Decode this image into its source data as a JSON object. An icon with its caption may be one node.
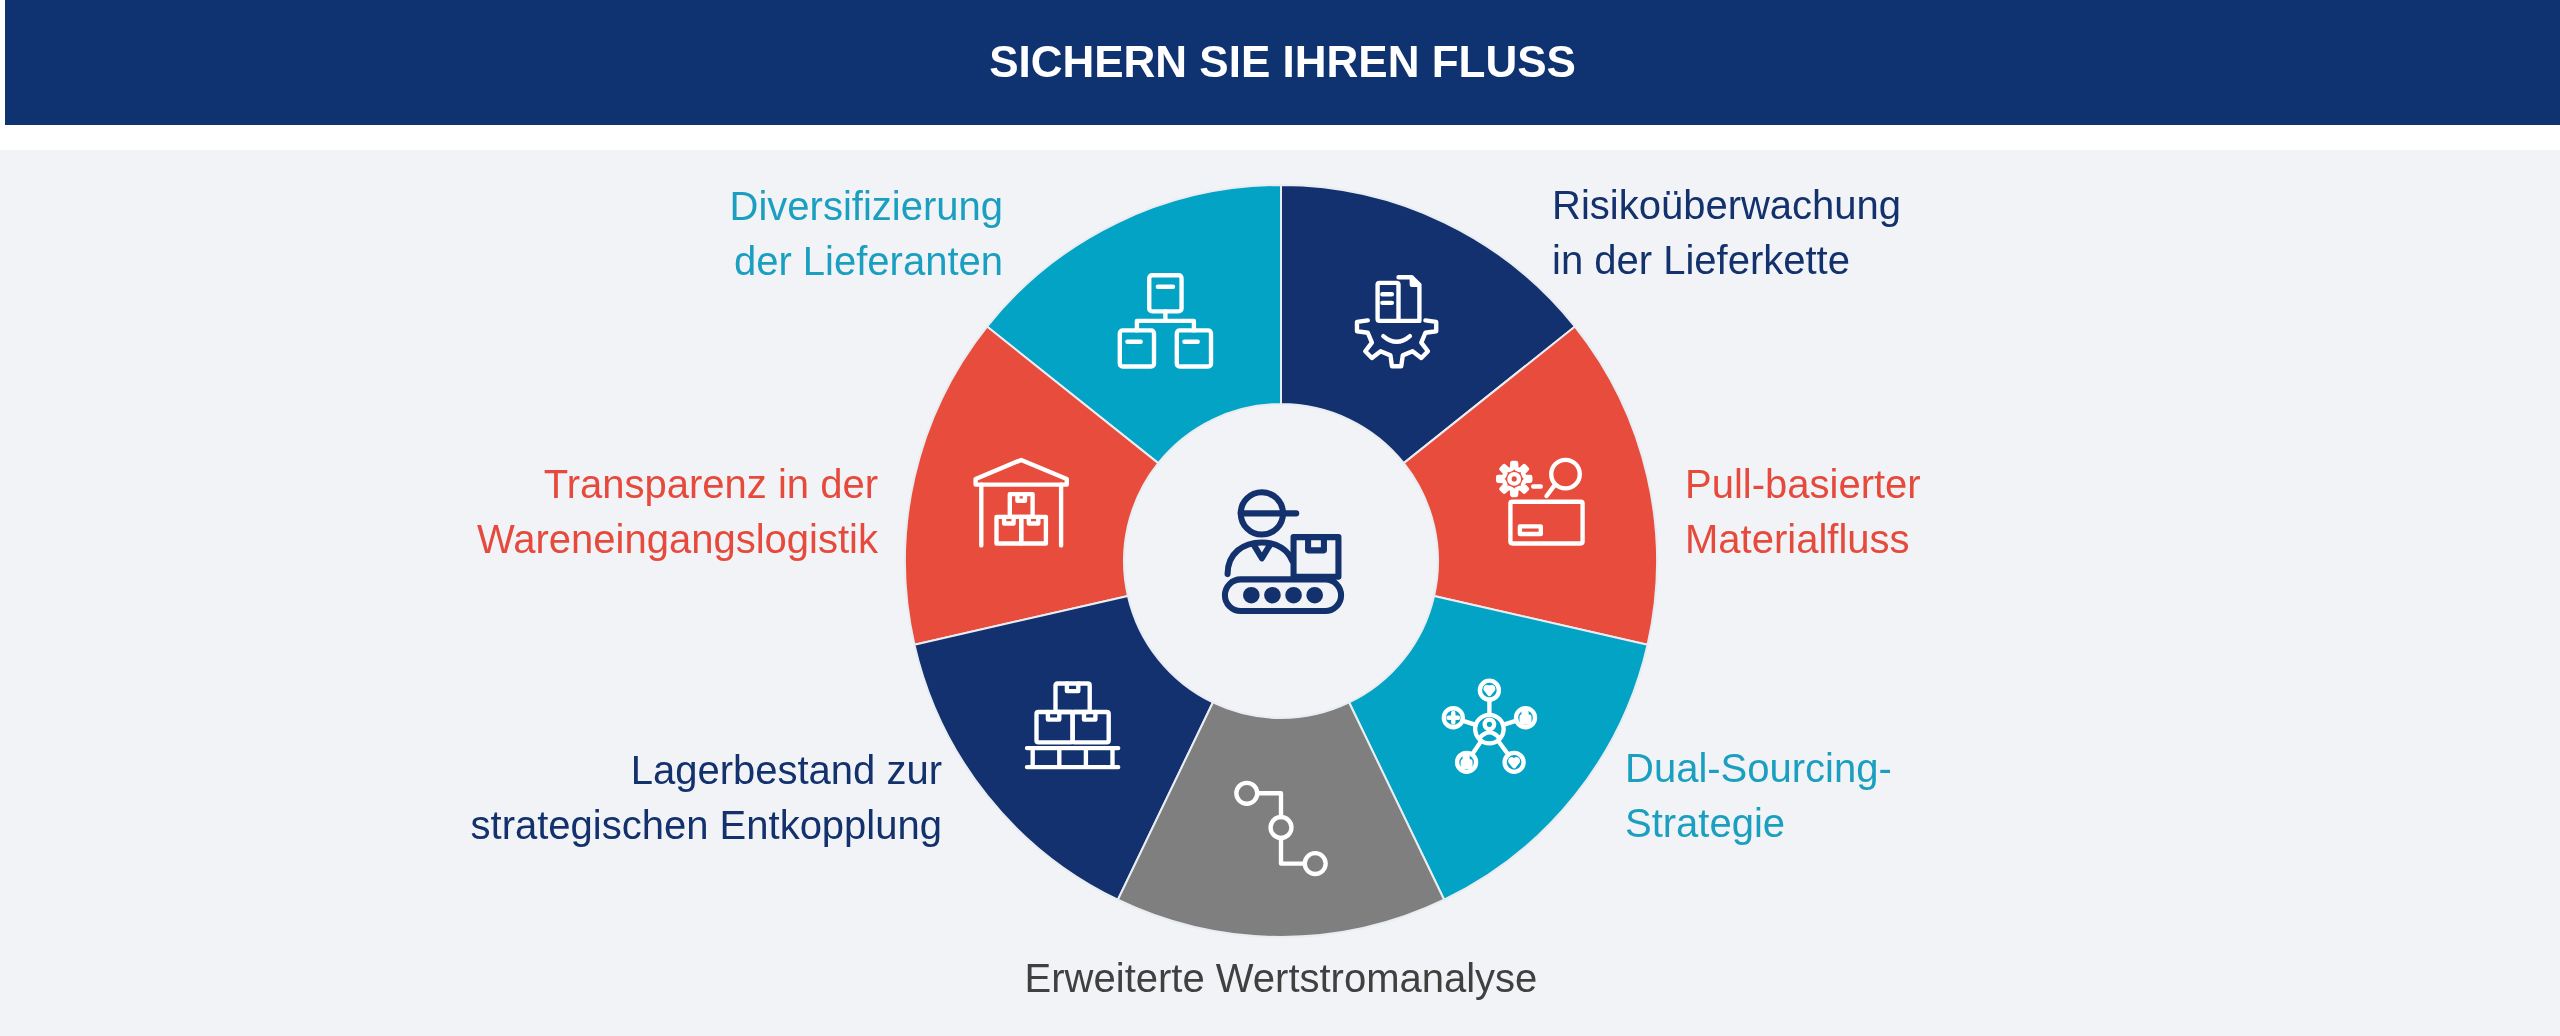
{
  "diagram": {
    "title": "SICHERN SIE IHREN FLUSS",
    "nodes": [
      {
        "text": [
          "Diversifizierung der Lieferanten"
        ]
      },
      {
        "text": [
          "Risikoüberwachung in der Lieferkette"
        ]
      },
      {
        "text": [
          "Transparenz in der Wareneingangslogistik"
        ]
      },
      {
        "text": [
          "Pull-basierter Materialfluss"
        ]
      },
      {
        "text": [
          "Lagerbestand zur strategischen Entkopplung"
        ]
      },
      {
        "text": [
          "Dual-Sourcing-Strategie"
        ]
      },
      {
        "text": [
          "Erweiterte Wertstromanalyse"
        ]
      }
    ]
  }
}
